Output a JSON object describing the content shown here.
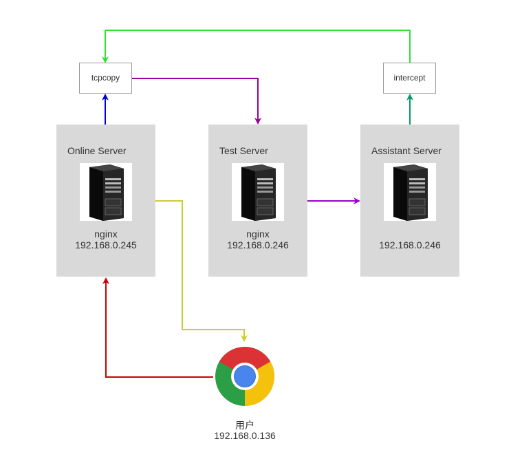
{
  "nodes": {
    "tcpcopy": {
      "label": "tcpcopy"
    },
    "intercept": {
      "label": "intercept"
    },
    "online": {
      "title": "Online Server",
      "service": "nginx",
      "ip": "192.168.0.245"
    },
    "test": {
      "title": "Test Server",
      "service": "nginx",
      "ip": "192.168.0.246"
    },
    "assistant": {
      "title": "Assistant Server",
      "ip": "192.168.0.246"
    },
    "user": {
      "label": "用户",
      "ip": "192.168.0.136"
    }
  },
  "edges": [
    {
      "from": "online",
      "to": "tcpcopy",
      "color": "#0000cc"
    },
    {
      "from": "tcpcopy",
      "to": "test",
      "color": "#990099"
    },
    {
      "from": "test",
      "to": "assistant",
      "color": "#9900cc"
    },
    {
      "from": "assistant",
      "to": "intercept",
      "color": "#009966"
    },
    {
      "from": "intercept",
      "to": "tcpcopy",
      "color": "#33dd33"
    },
    {
      "from": "online",
      "to": "user",
      "color": "#cccc33"
    },
    {
      "from": "user",
      "to": "online",
      "color": "#cc0000"
    }
  ],
  "icons": {
    "server": "tower-server-icon",
    "browser": "chrome-browser-icon"
  }
}
